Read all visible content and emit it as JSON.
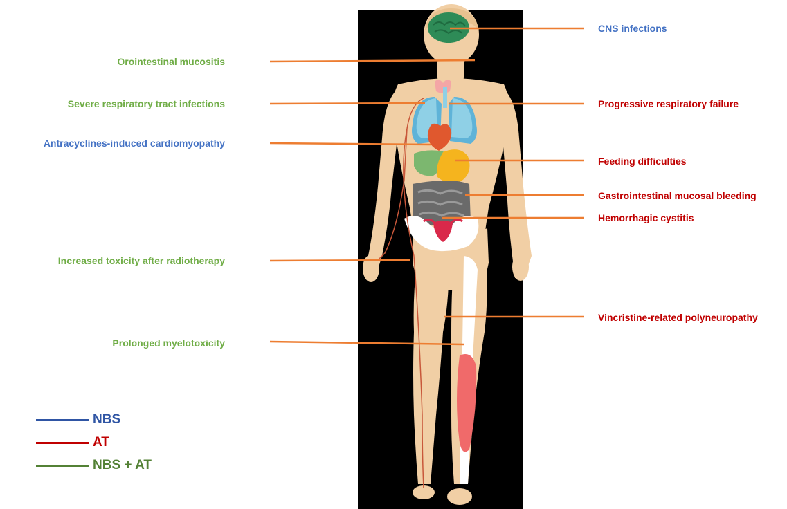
{
  "colors": {
    "nbs": "#4472c4",
    "at": "#c00000",
    "both": "#70ad47",
    "leader": "#ed7d31",
    "legend_nbs": "#2f55a4",
    "legend_at": "#c00000",
    "legend_both": "#538135",
    "background_panel": "#000000",
    "skin": "#f1cfa5"
  },
  "labels": {
    "left": [
      {
        "text": "Orointestinal  mucositis",
        "group": "both"
      },
      {
        "text": "Severe respiratory  tract infections",
        "group": "both"
      },
      {
        "text": "Antracyclines-induced cardiomyopathy",
        "group": "nbs"
      },
      {
        "text": "Increased toxicity  after radiotherapy",
        "group": "both"
      },
      {
        "text": "Prolonged myelotoxicity",
        "group": "both"
      }
    ],
    "right": [
      {
        "text": "CNS infections",
        "group": "nbs"
      },
      {
        "text": "Progressive  respiratory  failure",
        "group": "at"
      },
      {
        "text": "Feeding difficulties",
        "group": "at"
      },
      {
        "text": "Gastrointestinal  mucosal bleeding",
        "group": "at"
      },
      {
        "text": "Hemorrhagic cystitis",
        "group": "at"
      },
      {
        "text": "Vincristine-related polyneuropathy",
        "group": "at"
      }
    ]
  },
  "legend": [
    {
      "text": "NBS",
      "group": "nbs"
    },
    {
      "text": "AT",
      "group": "at"
    },
    {
      "text": "NBS + AT",
      "group": "both"
    }
  ],
  "icons": {
    "body": "human-body-anatomy-icon"
  }
}
